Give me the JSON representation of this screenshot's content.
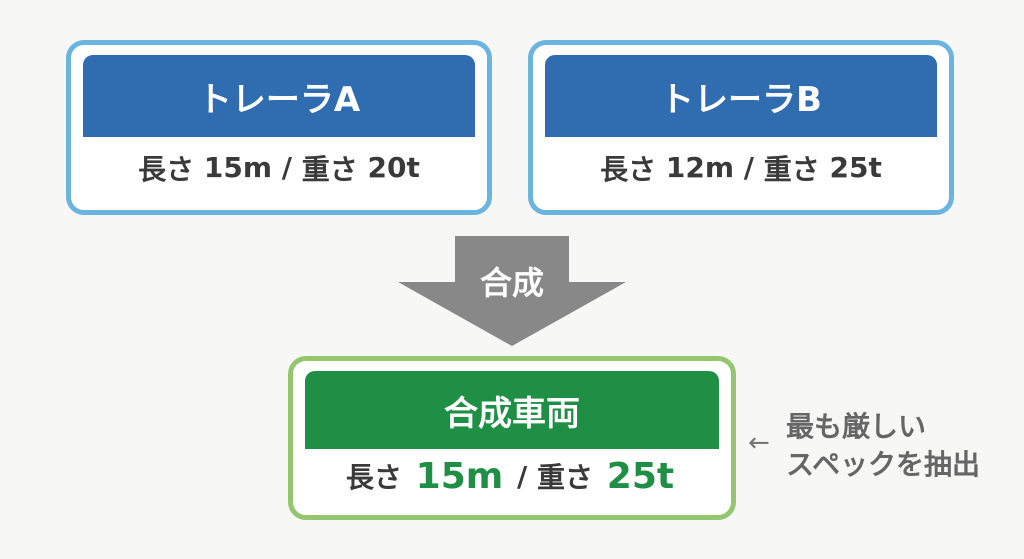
{
  "trailer_a": {
    "title": "トレーラA",
    "length_label": "長さ",
    "length": "15m",
    "separator": "/",
    "weight_label": "重さ",
    "weight": "20t"
  },
  "trailer_b": {
    "title": "トレーラB",
    "length_label": "長さ",
    "length": "12m",
    "separator": "/",
    "weight_label": "重さ",
    "weight": "25t"
  },
  "merge": {
    "label": "合成"
  },
  "combined": {
    "title": "合成車両",
    "length_label": "長さ",
    "length": "15m",
    "separator": "/",
    "weight_label": "重さ",
    "weight": "25t"
  },
  "note": {
    "arrow": "←",
    "line1": "最も厳しい",
    "line2": "スペックを抽出"
  },
  "colors": {
    "background": "#f7f7f5",
    "trailer_header": "#2f6db0",
    "trailer_border": "#6cb4e0",
    "combined_header": "#1f8f45",
    "combined_border": "#94c66f",
    "arrow": "#888888"
  }
}
